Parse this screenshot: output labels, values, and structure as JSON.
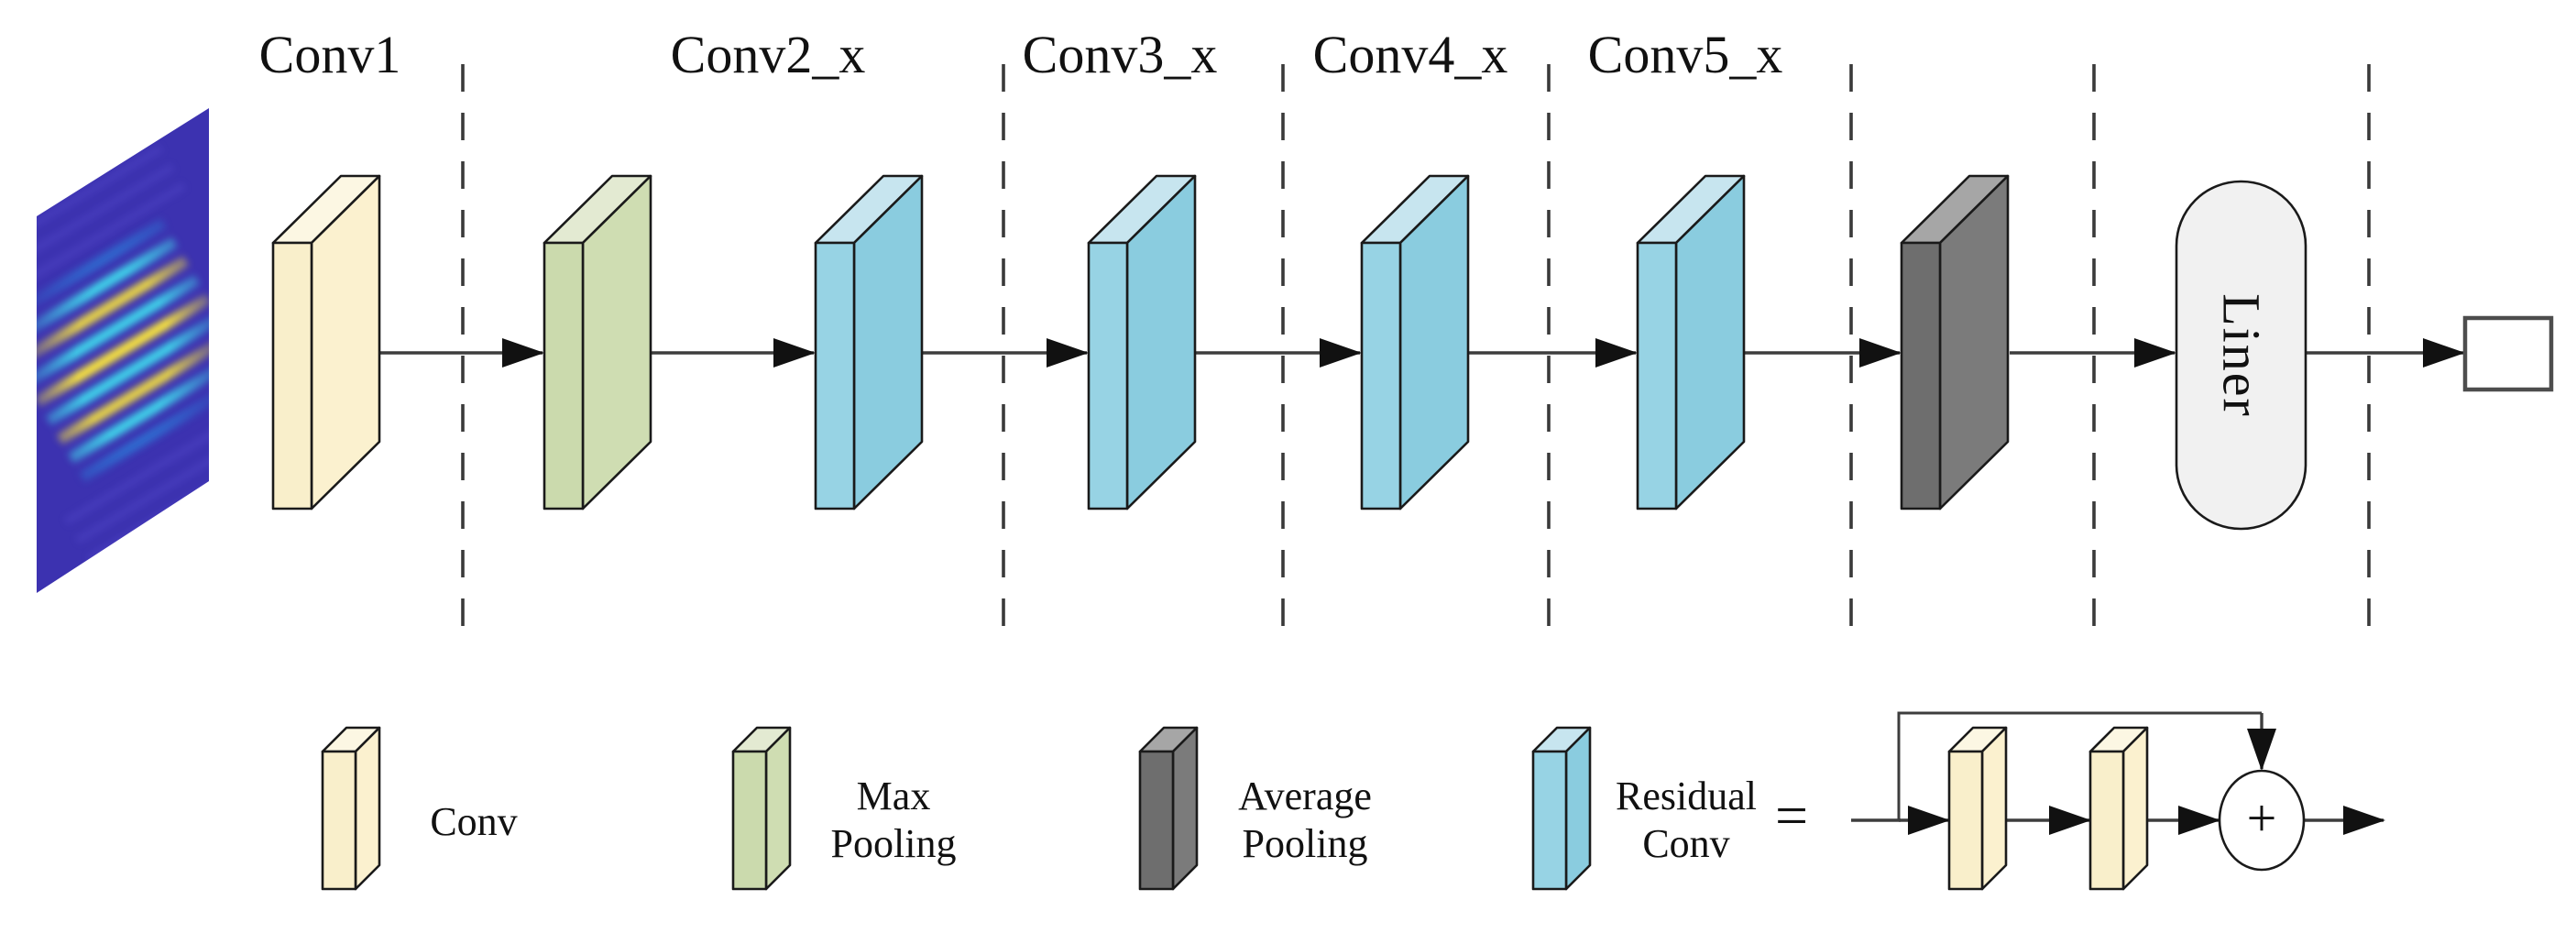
{
  "figure": {
    "title": "CNN architecture diagram (ResNet-style)",
    "input_plane": "fringe-pattern-image"
  },
  "colors": {
    "edge": "#1a1a1a",
    "line": "#3d3d3d",
    "arrow": "#111111",
    "dash": "#3a3a3a",
    "text": "#111111",
    "conv_front": "#f9efcb",
    "conv_side": "#fbf1cf",
    "conv_top": "#fcf7e3",
    "max_front": "#cbdaad",
    "max_side": "#cfddb2",
    "max_top": "#e3ead2",
    "avg_front": "#6e6e6e",
    "avg_side": "#7b7b7b",
    "avg_top": "#a6a6a6",
    "res_front": "#97d3e4",
    "res_side": "#8accdf",
    "res_top": "#c7e5ef",
    "liner_fill": "#f1f1f1",
    "square_border": "#4d4d4d",
    "plane_bg": "#3c32b0",
    "plane_faint": "#5a50d0",
    "fringe_yellow": "#f8e33c",
    "fringe_cyan": "#3fd0e8",
    "fringe_blue": "#2f6fd2"
  },
  "stages": [
    {
      "label": "Conv1"
    },
    {
      "label": "Conv2_x"
    },
    {
      "label": "Conv3_x"
    },
    {
      "label": "Conv4_x"
    },
    {
      "label": "Conv5_x"
    }
  ],
  "liner": {
    "label": "Liner"
  },
  "legend": {
    "items": [
      {
        "block": "conv",
        "lines": [
          "Conv"
        ]
      },
      {
        "block": "max-pooling",
        "lines": [
          "Max",
          "Pooling"
        ]
      },
      {
        "block": "average-pooling",
        "lines": [
          "Average",
          "Pooling"
        ]
      },
      {
        "block": "residual-conv",
        "lines": [
          "Residual",
          "Conv"
        ]
      }
    ]
  },
  "residual_equation": {
    "equals": "=",
    "operator": "+"
  }
}
